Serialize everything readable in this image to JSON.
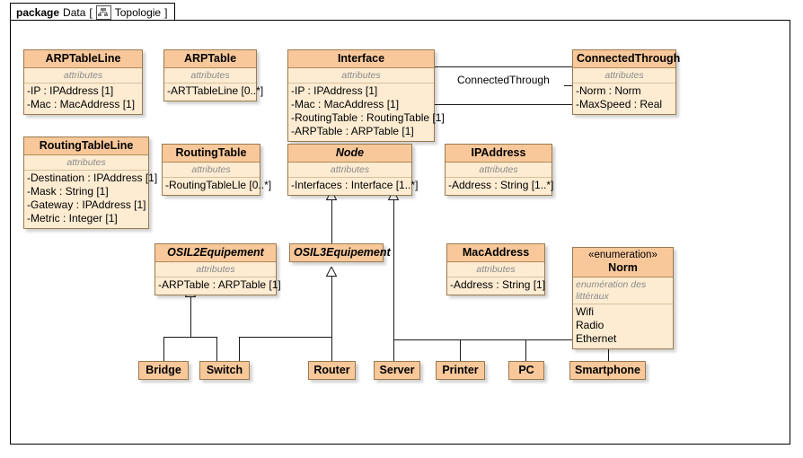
{
  "package": {
    "keyword": "package",
    "name": "Data",
    "bracket_open": "[",
    "diagram_name": "Topologie",
    "bracket_close": "]",
    "icon": "class-diagram-icon"
  },
  "labels": {
    "attributes": "attributes",
    "enum_literals": "enumération des littéraux"
  },
  "colors": {
    "header_fill": "#f8c89a",
    "body_fill": "#fdecd2",
    "border": "#9a7a4f",
    "line": "#1a1a1a",
    "compartment_label": "#8a8a8a"
  },
  "classes": [
    {
      "id": "arptableline",
      "name": "ARPTableLine",
      "abstract": false,
      "stereotype": "",
      "compartment": "attributes",
      "attributes": [
        "-IP : IPAddress [1]",
        "-Mac : MacAddress [1]"
      ]
    },
    {
      "id": "arptable",
      "name": "ARPTable",
      "abstract": false,
      "stereotype": "",
      "compartment": "attributes",
      "attributes": [
        "-ARTTableLine [0..*]"
      ]
    },
    {
      "id": "interface",
      "name": "Interface",
      "abstract": false,
      "stereotype": "",
      "compartment": "attributes",
      "attributes": [
        "-IP : IPAddress [1]",
        "-Mac : MacAddress [1]",
        "-RoutingTable : RoutingTable [1]",
        "-ARPTable :  ARPTable [1]"
      ]
    },
    {
      "id": "connectedthrough",
      "name": "ConnectedThrough",
      "abstract": false,
      "stereotype": "",
      "compartment": "attributes",
      "attributes": [
        "-Norm : Norm",
        "-MaxSpeed : Real"
      ]
    },
    {
      "id": "routingtableline",
      "name": "RoutingTableLine",
      "abstract": false,
      "stereotype": "",
      "compartment": "attributes",
      "attributes": [
        "-Destination : IPAddress [1]",
        "-Mask : String [1]",
        "-Gateway : IPAddress [1]",
        "-Metric : Integer [1]"
      ]
    },
    {
      "id": "routingtable",
      "name": "RoutingTable",
      "abstract": false,
      "stereotype": "",
      "compartment": "attributes",
      "attributes": [
        "-RoutingTableLle [0..*]"
      ]
    },
    {
      "id": "node",
      "name": "Node",
      "abstract": true,
      "stereotype": "",
      "compartment": "attributes",
      "attributes": [
        "-Interfaces : Interface [1..*]"
      ]
    },
    {
      "id": "ipaddress",
      "name": "IPAddress",
      "abstract": false,
      "stereotype": "",
      "compartment": "attributes",
      "attributes": [
        "-Address : String [1..*]"
      ]
    },
    {
      "id": "osil2equipement",
      "name": "OSIL2Equipement",
      "abstract": true,
      "stereotype": "",
      "compartment": "attributes",
      "attributes": [
        "-ARPTable :  ARPTable [1]"
      ]
    },
    {
      "id": "osil3equipement",
      "name": "OSIL3Equipement",
      "abstract": true,
      "stereotype": "",
      "compartment": "",
      "attributes": []
    },
    {
      "id": "macaddress",
      "name": "MacAddress",
      "abstract": false,
      "stereotype": "",
      "compartment": "attributes",
      "attributes": [
        "-Address : String [1]"
      ]
    },
    {
      "id": "norm",
      "name": "Norm",
      "abstract": false,
      "stereotype": "«enumeration»",
      "compartment": "enumération des littéraux",
      "attributes": [
        "Wifi",
        "Radio",
        "Ethernet"
      ]
    },
    {
      "id": "bridge",
      "name": "Bridge",
      "abstract": false,
      "stereotype": "",
      "compartment": "",
      "attributes": []
    },
    {
      "id": "switch",
      "name": "Switch",
      "abstract": false,
      "stereotype": "",
      "compartment": "",
      "attributes": []
    },
    {
      "id": "router",
      "name": "Router",
      "abstract": false,
      "stereotype": "",
      "compartment": "",
      "attributes": []
    },
    {
      "id": "server",
      "name": "Server",
      "abstract": false,
      "stereotype": "",
      "compartment": "",
      "attributes": []
    },
    {
      "id": "printer",
      "name": "Printer",
      "abstract": false,
      "stereotype": "",
      "compartment": "",
      "attributes": []
    },
    {
      "id": "pc",
      "name": "PC",
      "abstract": false,
      "stereotype": "",
      "compartment": "",
      "attributes": []
    },
    {
      "id": "smartphone",
      "name": "Smartphone",
      "abstract": false,
      "stereotype": "",
      "compartment": "",
      "attributes": []
    }
  ],
  "associations": [
    {
      "id": "connectedthrough-assoc",
      "label": "ConnectedThrough",
      "from": "Interface",
      "to": "ConnectedThrough"
    }
  ],
  "generalizations": [
    {
      "child": "OSIL3Equipement",
      "parent": "Node"
    },
    {
      "child": "Server",
      "parent": "Node"
    },
    {
      "child": "Printer",
      "parent": "Node"
    },
    {
      "child": "PC",
      "parent": "Node"
    },
    {
      "child": "Smartphone",
      "parent": "Node"
    },
    {
      "child": "Router",
      "parent": "OSIL3Equipement"
    },
    {
      "child": "Bridge",
      "parent": "OSIL2Equipement"
    },
    {
      "child": "Switch",
      "parent": "OSIL2Equipement"
    }
  ]
}
